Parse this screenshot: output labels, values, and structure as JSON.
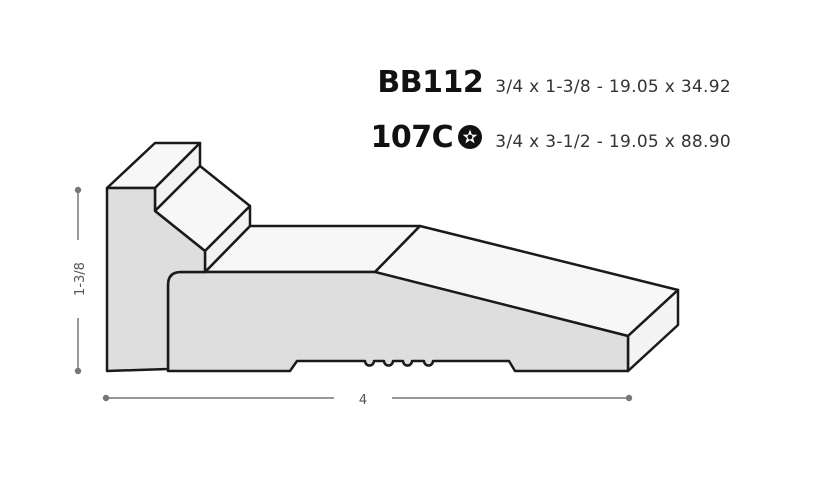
{
  "products": [
    {
      "code": "BB112",
      "dimensions": "3/4 x 1-3/8 - 19.05 x 34.92",
      "icon": "none"
    },
    {
      "code": "107C",
      "dimensions": "3/4 x 3-1/2 - 19.05 x 88.90",
      "icon": "star-badge-icon"
    }
  ],
  "dimension_labels": {
    "height": "1-3/8",
    "width": "4"
  },
  "colors": {
    "profile_fill": "#dedede",
    "outline": "#1a1a1a",
    "dimension_line": "#777777",
    "text_dark": "#111111"
  }
}
